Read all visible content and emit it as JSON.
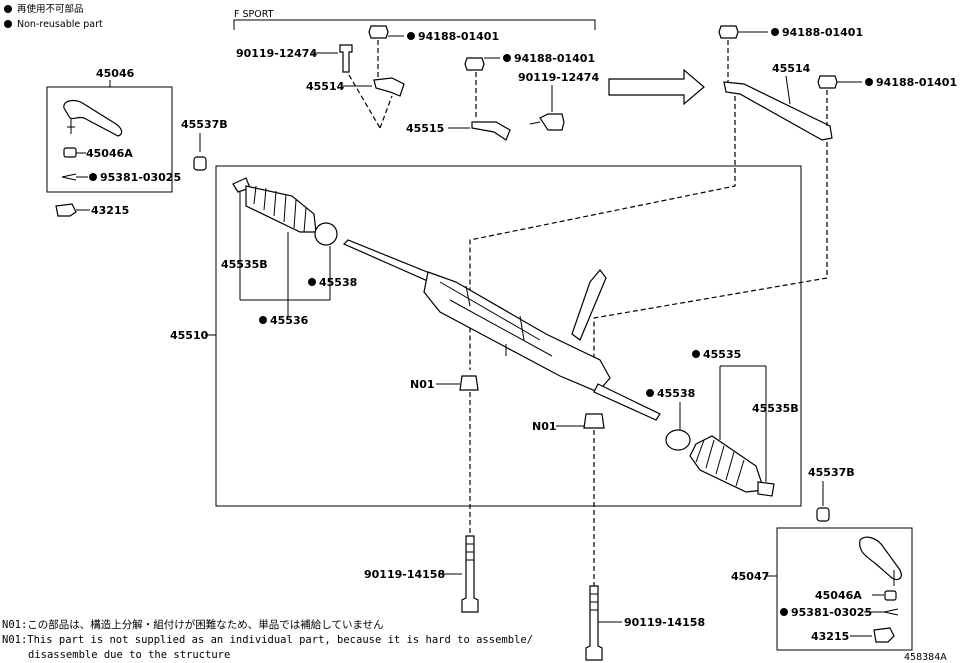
{
  "legend": {
    "reuse_jp": "再使用不可部品",
    "reuse_en": "Non-reusable part"
  },
  "group_title": "F SPORT",
  "labels": {
    "p45046": "45046",
    "p45046A": "45046A",
    "p95381a": "95381-03025",
    "p43215a": "43215",
    "p45537Ba": "45537B",
    "p90119_12474a": "90119-12474",
    "p94188a": "94188-01401",
    "p94188b": "94188-01401",
    "p90119_12474b": "90119-12474",
    "p45514a": "45514",
    "p45515": "45515",
    "p94188c": "94188-01401",
    "p94188d": "94188-01401",
    "p45514b": "45514",
    "p45535Ba": "45535B",
    "p45538a": "45538",
    "p45536": "45536",
    "p45510": "45510",
    "pN01a": "N01",
    "pN01b": "N01",
    "p45535": "45535",
    "p45538b": "45538",
    "p45535Bb": "45535B",
    "p45537Bb": "45537B",
    "p45047": "45047",
    "p45046Ab": "45046A",
    "p95381b": "95381-03025",
    "p43215b": "43215",
    "p90119_14158a": "90119-14158",
    "p90119_14158b": "90119-14158"
  },
  "notes": {
    "jp": "N01:この部品は、構造上分解・組付けが困難なため、単品では補給していません",
    "en1": "N01:This part is not supplied as an individual part, because it is hard to assemble/",
    "en2": "disassemble due to the structure"
  },
  "diagram_id": "458384A"
}
